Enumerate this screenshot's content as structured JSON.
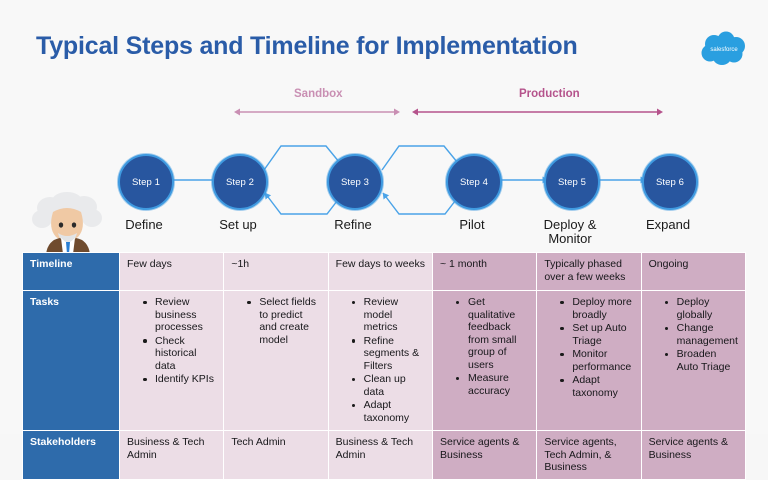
{
  "slide": {
    "title": "Typical Steps and Timeline for Implementation",
    "background_color": "#f8f8f8",
    "title_color": "#2a5ca8",
    "logo": "salesforce-cloud-logo",
    "logo_text": "salesforce",
    "logo_color": "#2a9fe0",
    "mascot": "einstein-mascot"
  },
  "phases": [
    {
      "label": "Sandbox",
      "color": "#c98fb3",
      "arrow": "double-headed-arrow"
    },
    {
      "label": "Production",
      "color": "#b5538c",
      "arrow": "double-headed-arrow"
    }
  ],
  "flow": {
    "circle_fill": "#28569f",
    "circle_ring": "#3f9ae0",
    "connector_color": "#3f9ae0",
    "steps": [
      {
        "badge": "Step 1",
        "label": "Define"
      },
      {
        "badge": "Step 2",
        "label": "Set up"
      },
      {
        "badge": "Step 3",
        "label": "Refine"
      },
      {
        "badge": "Step 4",
        "label": "Pilot"
      },
      {
        "badge": "Step 5",
        "label": "Deploy &\nMonitor"
      },
      {
        "badge": "Step 6",
        "label": "Expand"
      }
    ],
    "loops": [
      {
        "from": "Step 2",
        "to": "Step 3",
        "style": "hexagon-iteration-loop"
      },
      {
        "from": "Step 3",
        "to": "Step 4",
        "style": "hexagon-iteration-loop"
      }
    ]
  },
  "table": {
    "row_headers": [
      "Timeline",
      "Tasks",
      "Stakeholders"
    ],
    "header_bg": "#2e6bab",
    "sandbox_cell_bg": "#ecdde6",
    "production_cell_bg": "#cfadc3",
    "timeline": [
      "Few days",
      "~1h",
      "Few days to weeks",
      "~ 1 month",
      "Typically phased over a few weeks",
      "Ongoing"
    ],
    "tasks": [
      [
        "Review business processes",
        "Check historical data",
        "Identify KPIs"
      ],
      [
        "Select fields to predict and create model"
      ],
      [
        "Review model metrics",
        "Refine segments & Filters",
        "Clean up data",
        "Adapt taxonomy"
      ],
      [
        "Get qualitative feedback from small group of users",
        "Measure accuracy"
      ],
      [
        "Deploy more broadly",
        "Set up Auto Triage",
        "Monitor performance",
        "Adapt taxonomy"
      ],
      [
        "Deploy globally",
        "Change management",
        "Broaden Auto Triage"
      ]
    ],
    "stakeholders": [
      "Business & Tech Admin",
      "Tech Admin",
      "Business & Tech Admin",
      "Service agents & Business",
      "Service agents, Tech Admin, & Business",
      "Service agents & Business"
    ]
  }
}
